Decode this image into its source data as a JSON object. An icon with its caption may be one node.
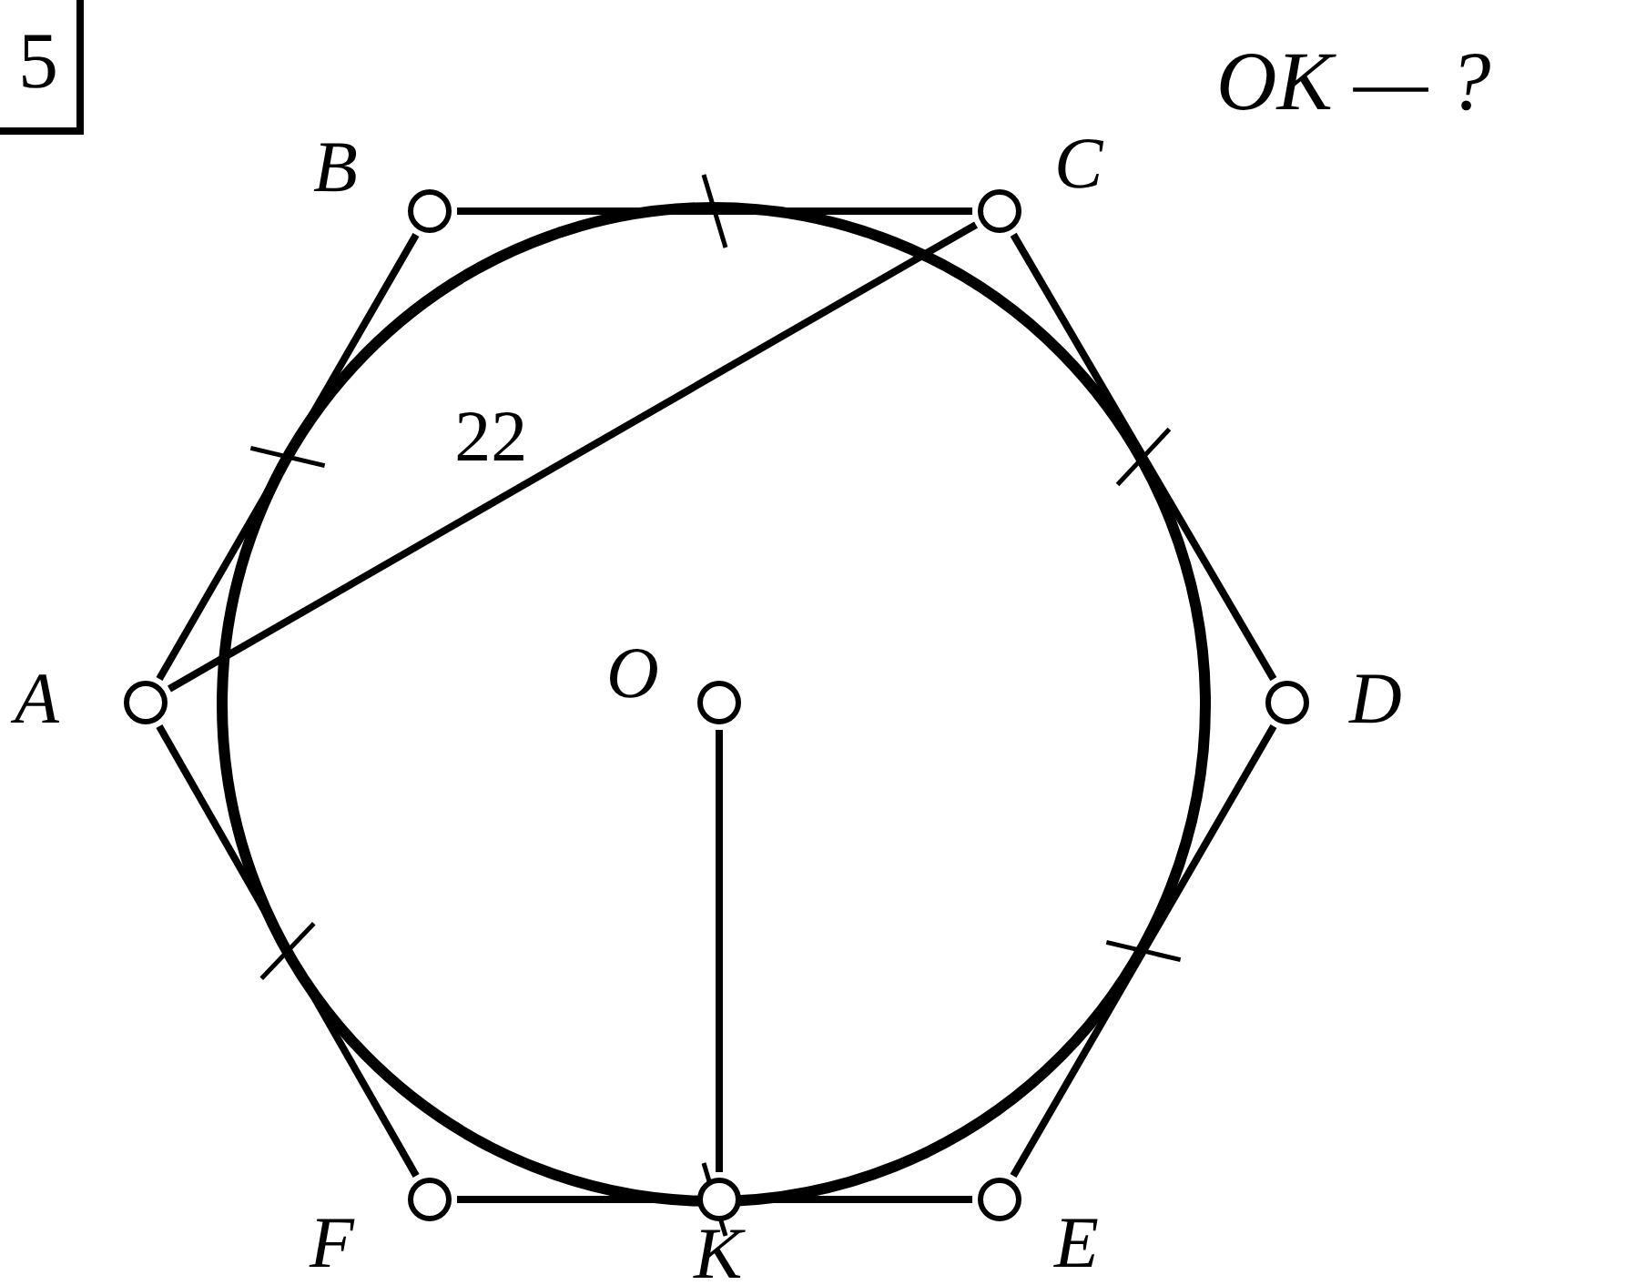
{
  "diagram": {
    "nodes": [
      {
        "text": [],
        "shape": "circle",
        "beside": [
          "A"
        ]
      },
      {
        "text": [],
        "shape": "circle",
        "beside": [
          "B"
        ]
      },
      {
        "text": [],
        "shape": "circle",
        "beside": [
          "C"
        ]
      },
      {
        "text": [],
        "shape": "circle",
        "beside": [
          "D"
        ]
      },
      {
        "text": [],
        "shape": "circle",
        "beside": [
          "E"
        ]
      },
      {
        "text": [],
        "shape": "circle",
        "beside": [
          "F"
        ]
      },
      {
        "text": [],
        "shape": "circle",
        "beside": [
          "O"
        ]
      },
      {
        "text": [],
        "shape": "circle",
        "beside": [
          "K"
        ]
      }
    ],
    "edges": [
      {
        "from": 0,
        "to": 1,
        "arrow": "none"
      },
      {
        "from": 1,
        "to": 2,
        "arrow": "none"
      },
      {
        "from": 2,
        "to": 3,
        "arrow": "none"
      },
      {
        "from": 3,
        "to": 4,
        "arrow": "none"
      },
      {
        "from": 4,
        "to": 7,
        "arrow": "none"
      },
      {
        "from": 7,
        "to": 5,
        "arrow": "none"
      },
      {
        "from": 5,
        "to": 0,
        "arrow": "none"
      },
      {
        "from": 0,
        "to": 2,
        "arrow": "none",
        "label": "22"
      },
      {
        "from": 6,
        "to": 7,
        "arrow": "none"
      }
    ],
    "labels": [
      "5",
      "OK — ?"
    ]
  }
}
